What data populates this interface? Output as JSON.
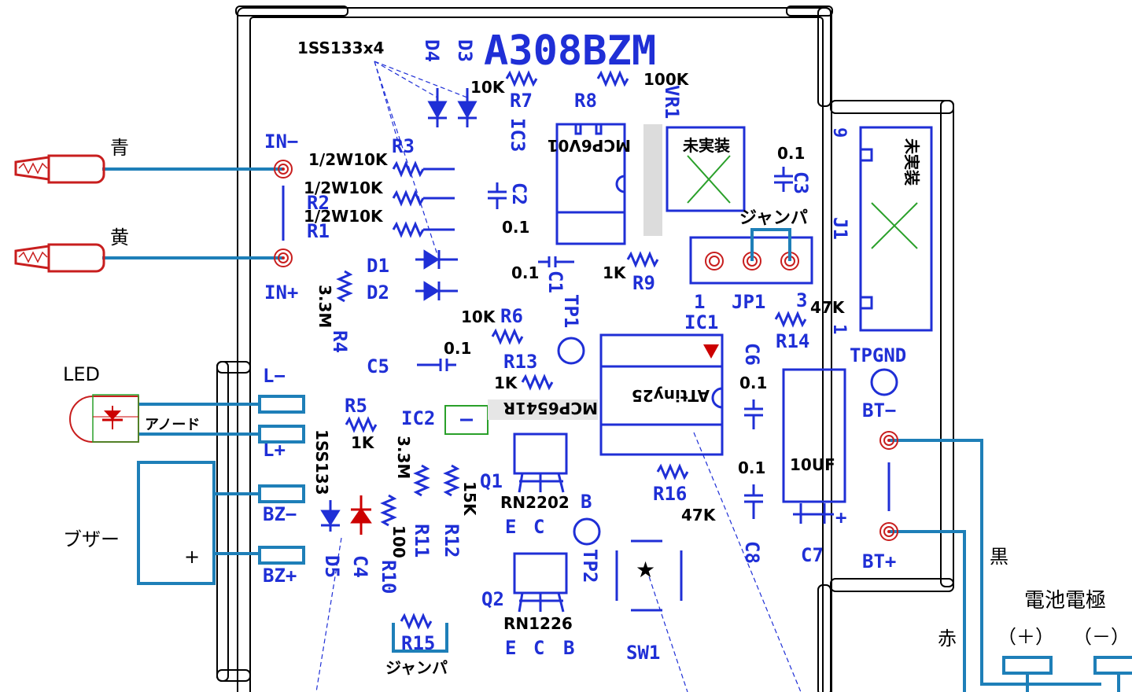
{
  "board": {
    "name": "A308BZM",
    "silk": {
      "d4": "D4",
      "d3": "D3",
      "r7": "R7",
      "r8": "R8",
      "vr1": "VR1",
      "ic3": "IC3",
      "c2": "C2",
      "r3": "R3",
      "r2": "R2",
      "r1": "R1",
      "in_minus": "IN−",
      "in_plus": "IN+",
      "d1": "D1",
      "d2": "D2",
      "c1": "C1",
      "tp1": "TP1",
      "r9": "R9",
      "jp1": "JP1",
      "jp1_pin1": "1",
      "jp1_pin3": "3",
      "c3": "C3",
      "j1": "J1",
      "j1_pin9": "9",
      "j1_pin1": "1",
      "r4": "R4",
      "r6": "R6",
      "r13": "R13",
      "ic1": "IC1",
      "r14": "R14",
      "c6": "C6",
      "tpgnd": "TPGND",
      "c5": "C5",
      "l_minus": "L−",
      "l_plus": "L+",
      "r5": "R5",
      "ic2": "IC2",
      "bt_minus": "BT−",
      "bt_plus": "BT+",
      "q1": "Q1",
      "b_q1": "B",
      "e_q1": "E",
      "c_q1": "C",
      "r16": "R16",
      "bz_minus": "BZ−",
      "bz_plus": "BZ+",
      "d5": "D5",
      "c4": "C4",
      "r10": "R10",
      "r11": "R11",
      "r12": "R12",
      "tp2": "TP2",
      "c8": "C8",
      "c7": "C7",
      "q2": "Q2",
      "e_q2": "E",
      "c_q2": "C",
      "b_q2": "B",
      "r15": "R15",
      "sw1": "SW1",
      "c7_plus": "+"
    },
    "values": {
      "diodes_note": "1SS133x4",
      "r7": "10K",
      "r8": "100K",
      "ic3_part": "MCP6V01",
      "vr1_note": "未実装",
      "r3": "1/2W10K",
      "r2": "1/2W10K",
      "r1": "1/2W10K",
      "c3": "0.1",
      "jumper_jp1": "ジャンパ",
      "j1_note": "未実装",
      "c2": "0.1",
      "c1": "0.1",
      "r9": "1K",
      "r4": "3.3M",
      "r6": "10K",
      "r14": "47K",
      "c5": "0.1",
      "r13": "1K",
      "ic1_part": "ATtiny25",
      "c6": "0.1",
      "ic2_part": "MCP6541R",
      "r5": "1K",
      "d5": "1SS133",
      "r11": "3.3M",
      "r12": "15K",
      "q1_part": "RN2202",
      "r16": "47K",
      "c8": "0.1",
      "c7": "10UF",
      "r10": "100",
      "q2_part": "RN1226",
      "jumper_r15": "ジャンパ",
      "sw1_mark": "★"
    }
  },
  "wiring": {
    "probe_blue": "青",
    "probe_yellow": "黄",
    "led": "LED",
    "anode": "アノード",
    "buzzer": "ブザー",
    "buzzer_plus": "+",
    "black": "黒",
    "red": "赤",
    "battery_title": "電池電極",
    "battery_plus": "（＋）",
    "battery_minus": "（－）"
  },
  "colors": {
    "silkscreen": "#1f2fd6",
    "wire": "#1e7fb8",
    "pad": "#c81e1e",
    "led_accent": "#cc0000",
    "outline": "#000000",
    "leader": "#1f2fd6",
    "no_mount_cross": "#2aa02a"
  }
}
